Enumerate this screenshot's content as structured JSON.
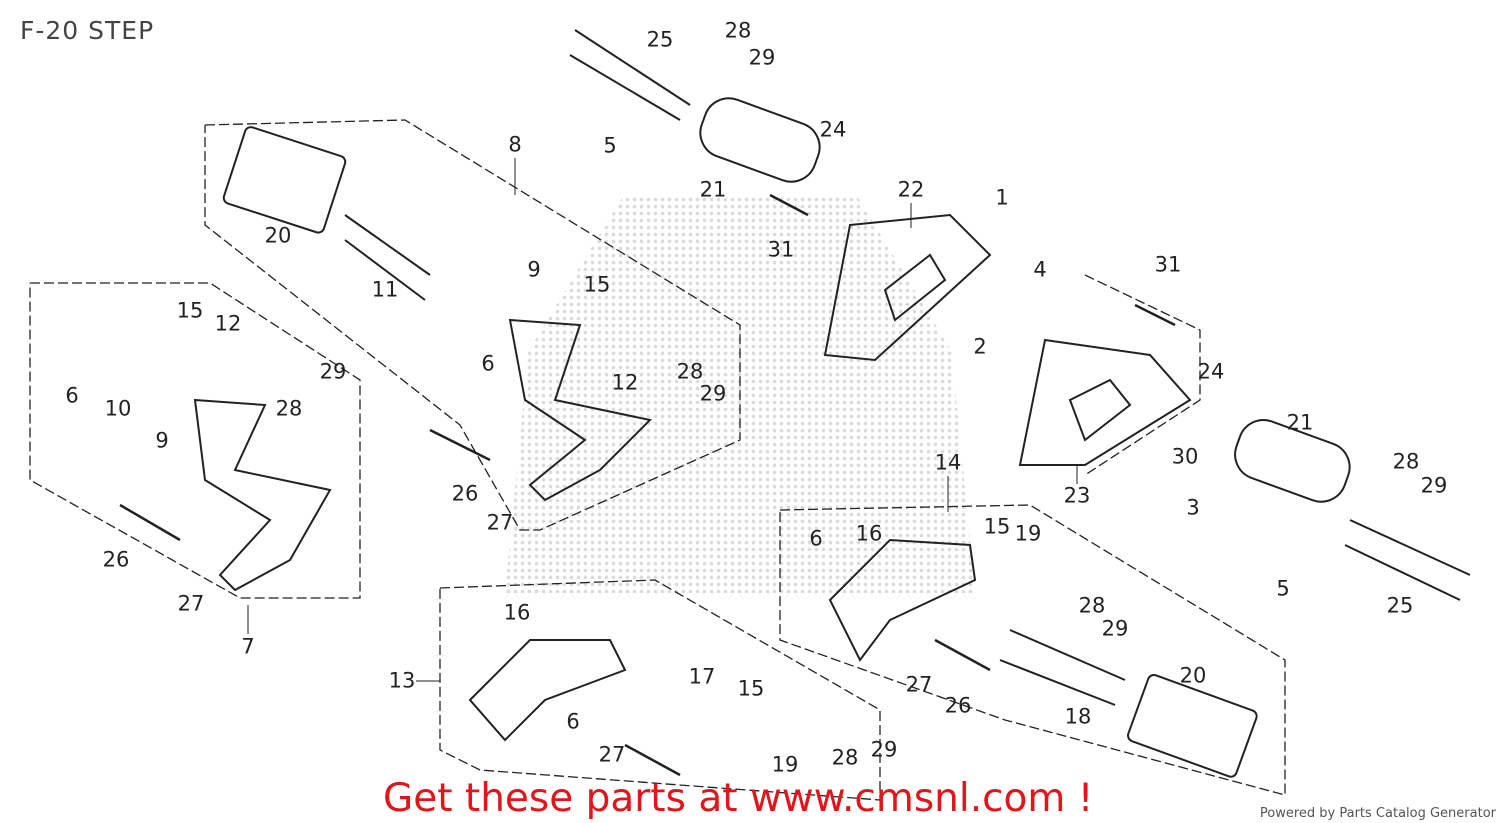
{
  "title": "F-20 STEP",
  "callouts": [
    "25",
    "28",
    "29",
    "5",
    "24",
    "8",
    "21",
    "22",
    "1",
    "31",
    "4",
    "20",
    "11",
    "9",
    "15",
    "31",
    "15",
    "12",
    "6",
    "28",
    "29",
    "12",
    "2",
    "24",
    "6",
    "10",
    "28",
    "29",
    "21",
    "9",
    "30",
    "28",
    "29",
    "14",
    "26",
    "23",
    "3",
    "27",
    "6",
    "16",
    "15",
    "19",
    "26",
    "27",
    "5",
    "25",
    "28",
    "29",
    "16",
    "7",
    "13",
    "17",
    "15",
    "27",
    "20",
    "26",
    "18",
    "6",
    "28",
    "19",
    "27",
    "29"
  ],
  "footer": "Get these parts at www.cmsnl.com !",
  "powered_by": "Powered by Parts Catalog Generator"
}
